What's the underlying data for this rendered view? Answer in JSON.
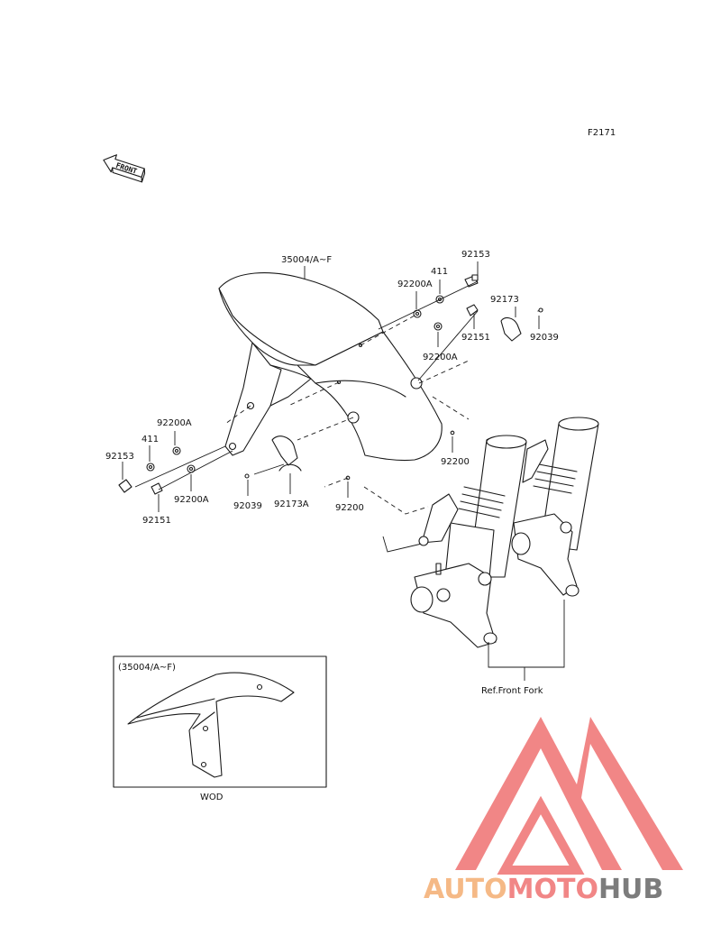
{
  "figure_code": "F2171",
  "front_arrow": {
    "text": "FRONT",
    "icon": "front-direction-arrow-icon"
  },
  "parts": {
    "fender": "35004/A~F",
    "bolt_top": "92153",
    "collar_top": "411",
    "washer_top": "92200A",
    "bolt_top_2": "92151",
    "washer_top_2": "92200A",
    "clamp_top": "92173",
    "screw_top": "92039",
    "nut_right": "92200",
    "nut_center": "92200",
    "washer_left": "92200A",
    "collar_left": "411",
    "bolt_left": "92153",
    "washer_left_2": "92200A",
    "bolt_left_2": "92151",
    "screw_left": "92039",
    "clamp_left": "92173A"
  },
  "fork_reference": "Ref.Front Fork",
  "inset": {
    "title": "(35004/A~F)",
    "caption": "WOD"
  },
  "watermark": {
    "part1": "AUTO",
    "part2": "MOTO",
    "part3": "HUB",
    "color_orange": "#f5b27a",
    "color_red": "#f07a7a",
    "color_grey": "#6e6e6e"
  }
}
